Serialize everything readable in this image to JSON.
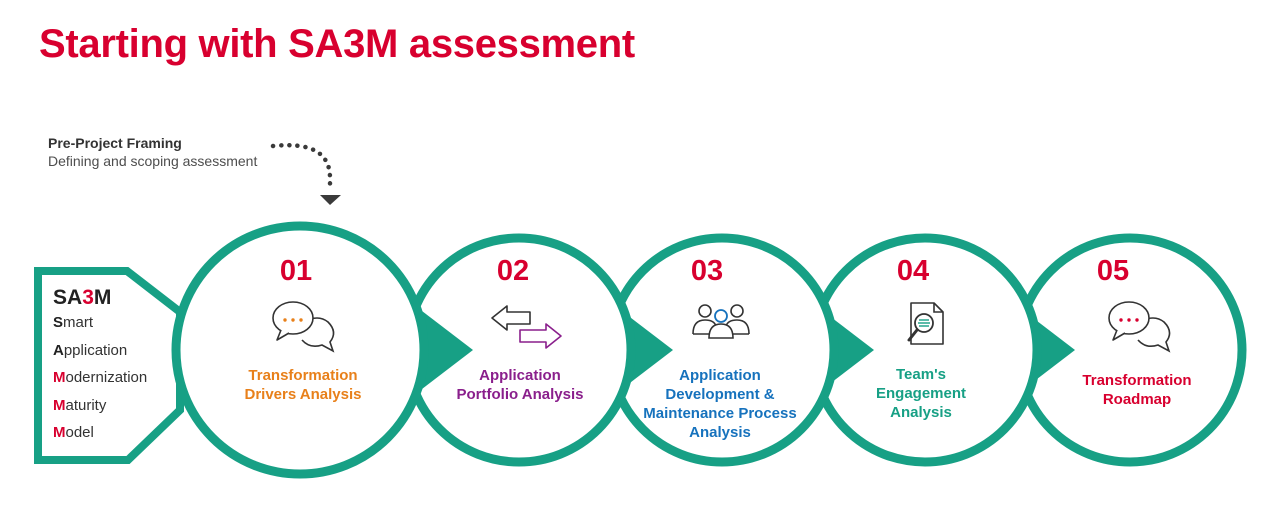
{
  "title": "Starting with SA3M assessment",
  "pre_project": {
    "heading": "Pre-Project Framing",
    "subheading": "Defining and scoping assessment"
  },
  "sa3m": {
    "title_prefix": "SA",
    "title_highlight": "3",
    "title_suffix": "M",
    "items": [
      {
        "letter": "S",
        "rest": "mart",
        "highlight": false
      },
      {
        "letter": "A",
        "rest": "pplication",
        "highlight": false
      },
      {
        "letter": "M",
        "rest": "odernization",
        "highlight": true
      },
      {
        "letter": "M",
        "rest": "aturity",
        "highlight": true
      },
      {
        "letter": "M",
        "rest": "odel",
        "highlight": true
      }
    ]
  },
  "steps": [
    {
      "number": "01",
      "label": "Transformation Drivers Analysis",
      "color": "#e8801a",
      "icon": "chat-bubbles-icon"
    },
    {
      "number": "02",
      "label": "Application Portfolio Analysis",
      "color": "#8a1f8c",
      "icon": "swap-arrows-icon"
    },
    {
      "number": "03",
      "label": "Application Development & Maintenance Process Analysis",
      "color": "#1672bd",
      "icon": "team-icon"
    },
    {
      "number": "04",
      "label": "Team's Engagement Analysis",
      "color": "#17a085",
      "icon": "document-magnifier-icon"
    },
    {
      "number": "05",
      "label": "Transformation Roadmap",
      "color": "#d8002f",
      "icon": "chat-bubbles-icon"
    }
  ],
  "colors": {
    "teal": "#17a085",
    "red": "#d8002f",
    "dark": "#333333"
  }
}
